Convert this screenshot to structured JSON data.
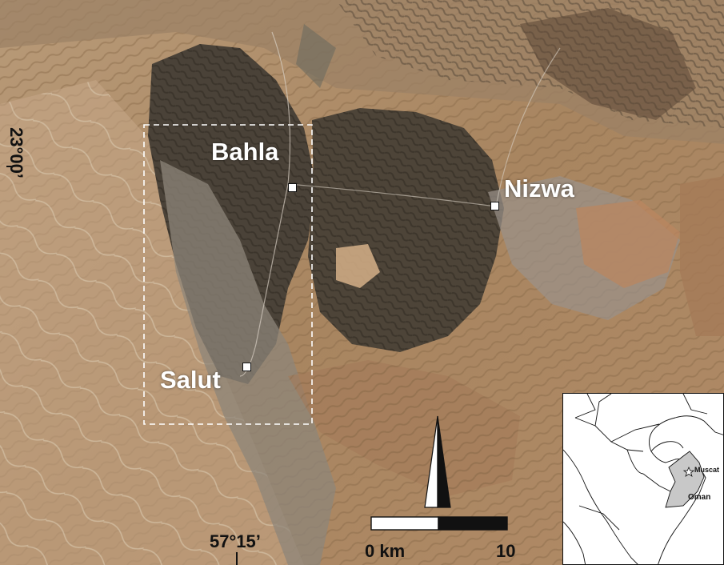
{
  "map": {
    "towns": [
      {
        "name": "Bahla"
      },
      {
        "name": "Nizwa"
      },
      {
        "name": "Salut"
      }
    ],
    "coordinates": {
      "latitude": "23°00’",
      "longitude": "57°15’"
    },
    "scale_bar": {
      "start_label": "0 km",
      "end_label": "10"
    },
    "north_arrow": {
      "icon": "north-arrow-icon"
    },
    "inset": {
      "country_label": "Oman",
      "capital_label": "Muscat",
      "capital_icon": "star-icon",
      "highlight_color": "#c8c8c8"
    },
    "study_area_outline": "dashed-white-rectangle"
  }
}
